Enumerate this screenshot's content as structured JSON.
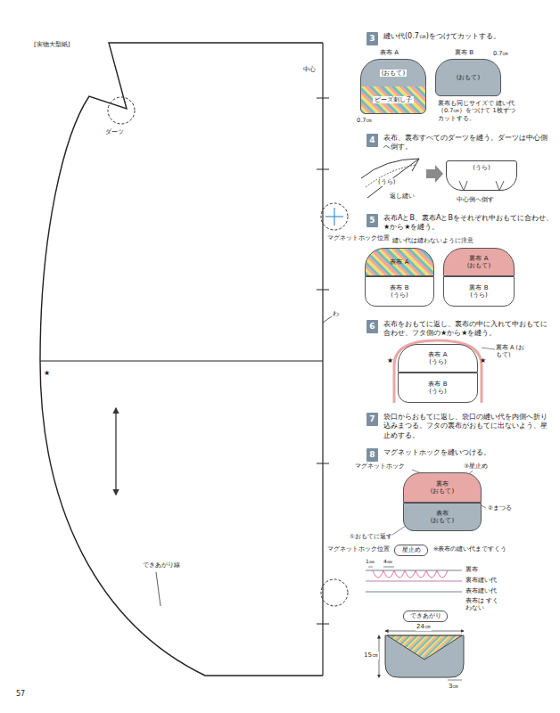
{
  "diagram": {
    "nodes": [
      {
        "text": [
          "3"
        ]
      },
      {
        "text": [
          "(おもて)",
          "ビーズ刺し子"
        ]
      },
      {
        "text": [
          "(おもて)"
        ]
      },
      {
        "text": [
          "4"
        ]
      },
      {
        "text": [
          "(うら)"
        ]
      },
      {
        "text": [
          "5"
        ]
      },
      {
        "text": [
          "表布 A"
        ]
      },
      {
        "text": [
          "表布 B",
          "(うら)"
        ]
      },
      {
        "text": [
          "裏布 A",
          "(おもて)"
        ]
      },
      {
        "text": [
          "裏布 B",
          "(うら)"
        ]
      },
      {
        "text": [
          "6"
        ]
      },
      {
        "text": [
          "表布 A",
          "(うら)"
        ]
      },
      {
        "text": [
          "表布 B",
          "(うら)"
        ]
      },
      {
        "text": [
          "7"
        ]
      },
      {
        "text": [
          "8"
        ]
      },
      {
        "text": [
          "裏布",
          "(おもて)"
        ]
      },
      {
        "text": [
          "表布",
          "(おもて)"
        ]
      },
      {
        "text": [
          "星止め"
        ]
      },
      {
        "text": [
          "できあがり"
        ]
      }
    ],
    "labels": [
      "[実物大型紙]",
      "中心",
      "ダーツ",
      "マグネットホック位置",
      "わ",
      "★",
      "できあがり線",
      "マグネットホック位置",
      "57",
      "縫い代(0.7㎝)をつけてカットする。",
      "表布 A",
      "0.7㎝",
      "裏布 B",
      "0.7㎝",
      "裏布も同じサイズで 縫い代（0.7㎝）をつけて 1枚ずつカットする。",
      "表布、裏布すべてのダーツを縫う。ダーツは中心側へ倒す。",
      "(うら)",
      "返し縫い",
      "中心側へ倒す",
      "表布AとB、裏布AとBをそれぞれ中おもてに合わせ、★から★を縫う。",
      "縫い代は縫わないように注意",
      "表布をおもてに返し、裏布の中に入れて中おもてに合わせ、フタ側の★から★を縫う。",
      "裏布 A (おもて)",
      "★",
      "★",
      "袋口からおもてに返し、袋口の縫い代を内側へ折り込みまつる。フタの裏布がおもてに出ないよう、星止めする。",
      "マグネットホックを縫いつける。",
      "マグネットホック",
      "③星止め",
      "②まつる",
      "①おもてに返す",
      "※表布の縫い代まですくう",
      "1㎜",
      "4㎜",
      "裏布",
      "裏布縫い代",
      "表布縫い代",
      "表布は すくわない",
      "24㎝",
      "15㎝",
      "3㎝"
    ]
  }
}
